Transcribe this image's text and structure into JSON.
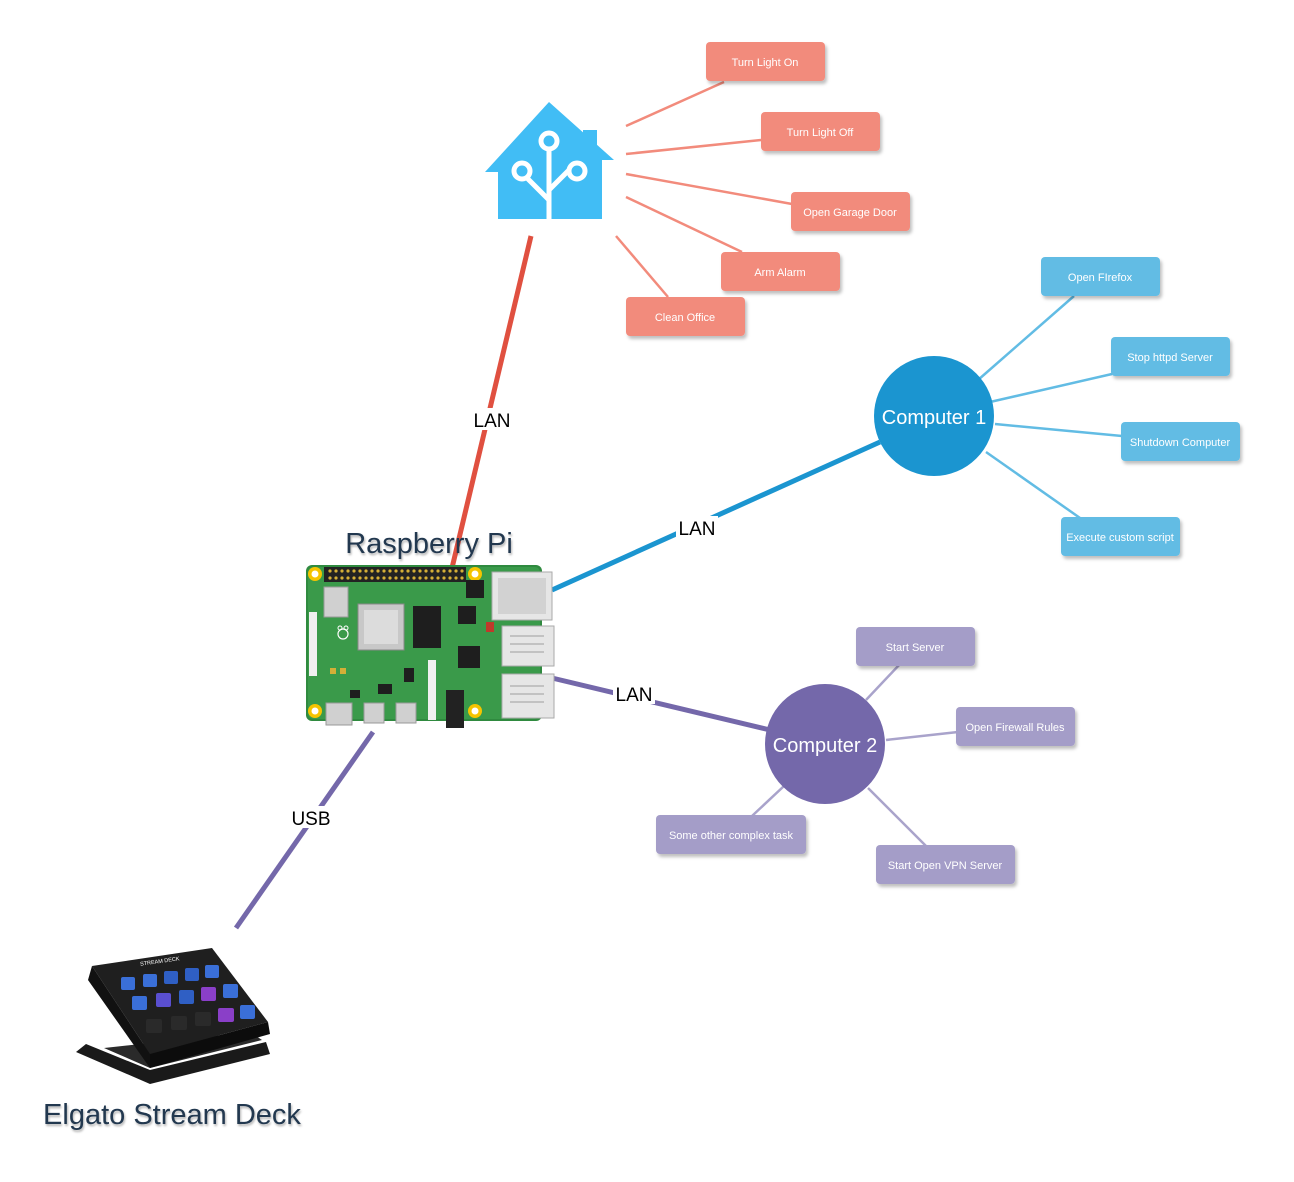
{
  "colors": {
    "home_assistant": "#41bdf5",
    "home_line": "#e05040",
    "home_box": "#f28b7c",
    "computer1": "#1b95d0",
    "computer1_box": "#62bce4",
    "computer1_line": "#5bb5e0",
    "computer2": "#7468aa",
    "computer2_box": "#a49dc8",
    "computer2_line": "#a9a3cb",
    "label_text": "#22384f"
  },
  "nodes": {
    "home_assistant": {
      "icon": "home-assistant-icon"
    },
    "raspberry_pi": {
      "title": "Raspberry Pi",
      "icon": "raspberry-pi-board"
    },
    "computer1": {
      "label": "Computer 1"
    },
    "computer2": {
      "label": "Computer 2"
    },
    "stream_deck": {
      "title": "Elgato Stream Deck",
      "icon": "stream-deck-device",
      "brand_text": "STREAM DECK"
    }
  },
  "connections": {
    "pi_home": "LAN",
    "pi_computer1": "LAN",
    "pi_computer2": "LAN",
    "pi_streamdeck": "USB"
  },
  "home_actions": [
    "Turn Light On",
    "Turn Light Off",
    "Open Garage Door",
    "Arm Alarm",
    "Clean Office"
  ],
  "computer1_actions": [
    "Open FIrefox",
    "Stop httpd Server",
    "Shutdown Computer",
    "Execute custom script"
  ],
  "computer2_actions": [
    "Start Server",
    "Open Firewall Rules",
    "Some other complex task",
    "Start Open VPN Server"
  ]
}
